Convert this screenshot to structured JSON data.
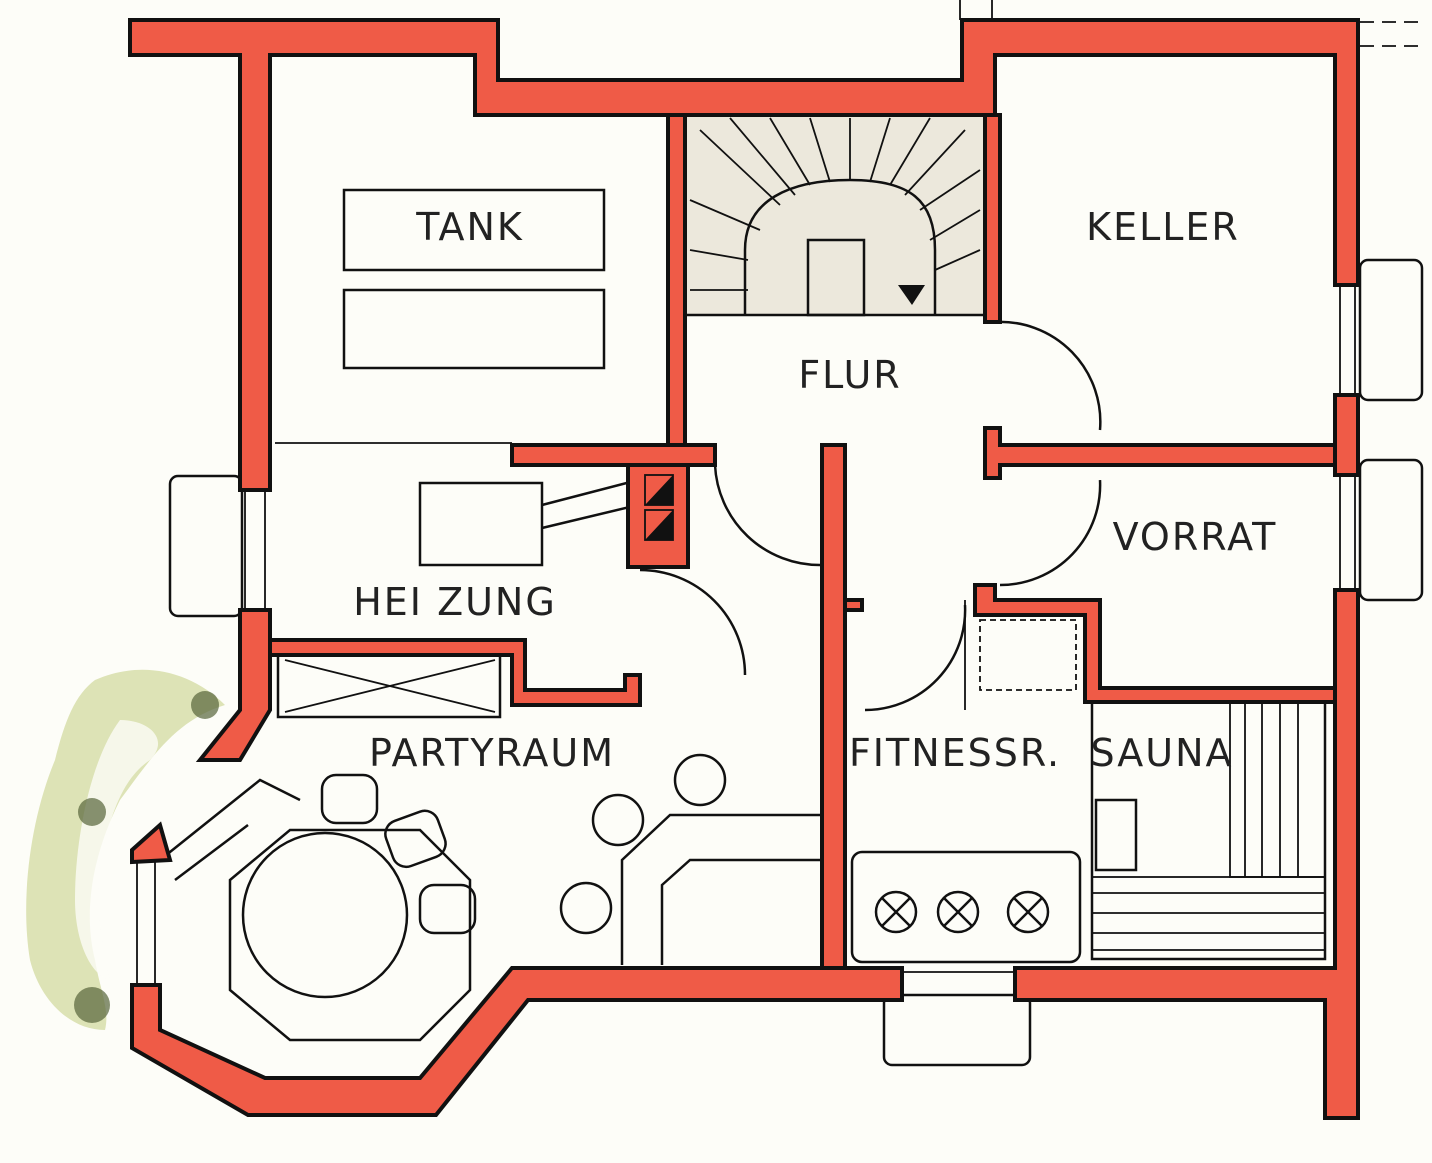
{
  "rooms": {
    "tank": "TANK",
    "keller": "KELLER",
    "flur": "FLUR",
    "vorrat": "VORRAT",
    "heizung": "HEI ZUNG",
    "partyraum": "PARTYRAUM",
    "fitness": "FITNESSR.",
    "sauna": "SAUNA"
  },
  "colors": {
    "wall": "#ef5b47",
    "wall_outline": "#111111",
    "stair_shade": "#ece8dc",
    "sauna_wood": "#ebe5d2",
    "plants": "#b8c46a",
    "paper": "#fdfdf8"
  },
  "icons": [
    "stove-burner-icon",
    "stair-arrow-icon",
    "plant-icon"
  ]
}
